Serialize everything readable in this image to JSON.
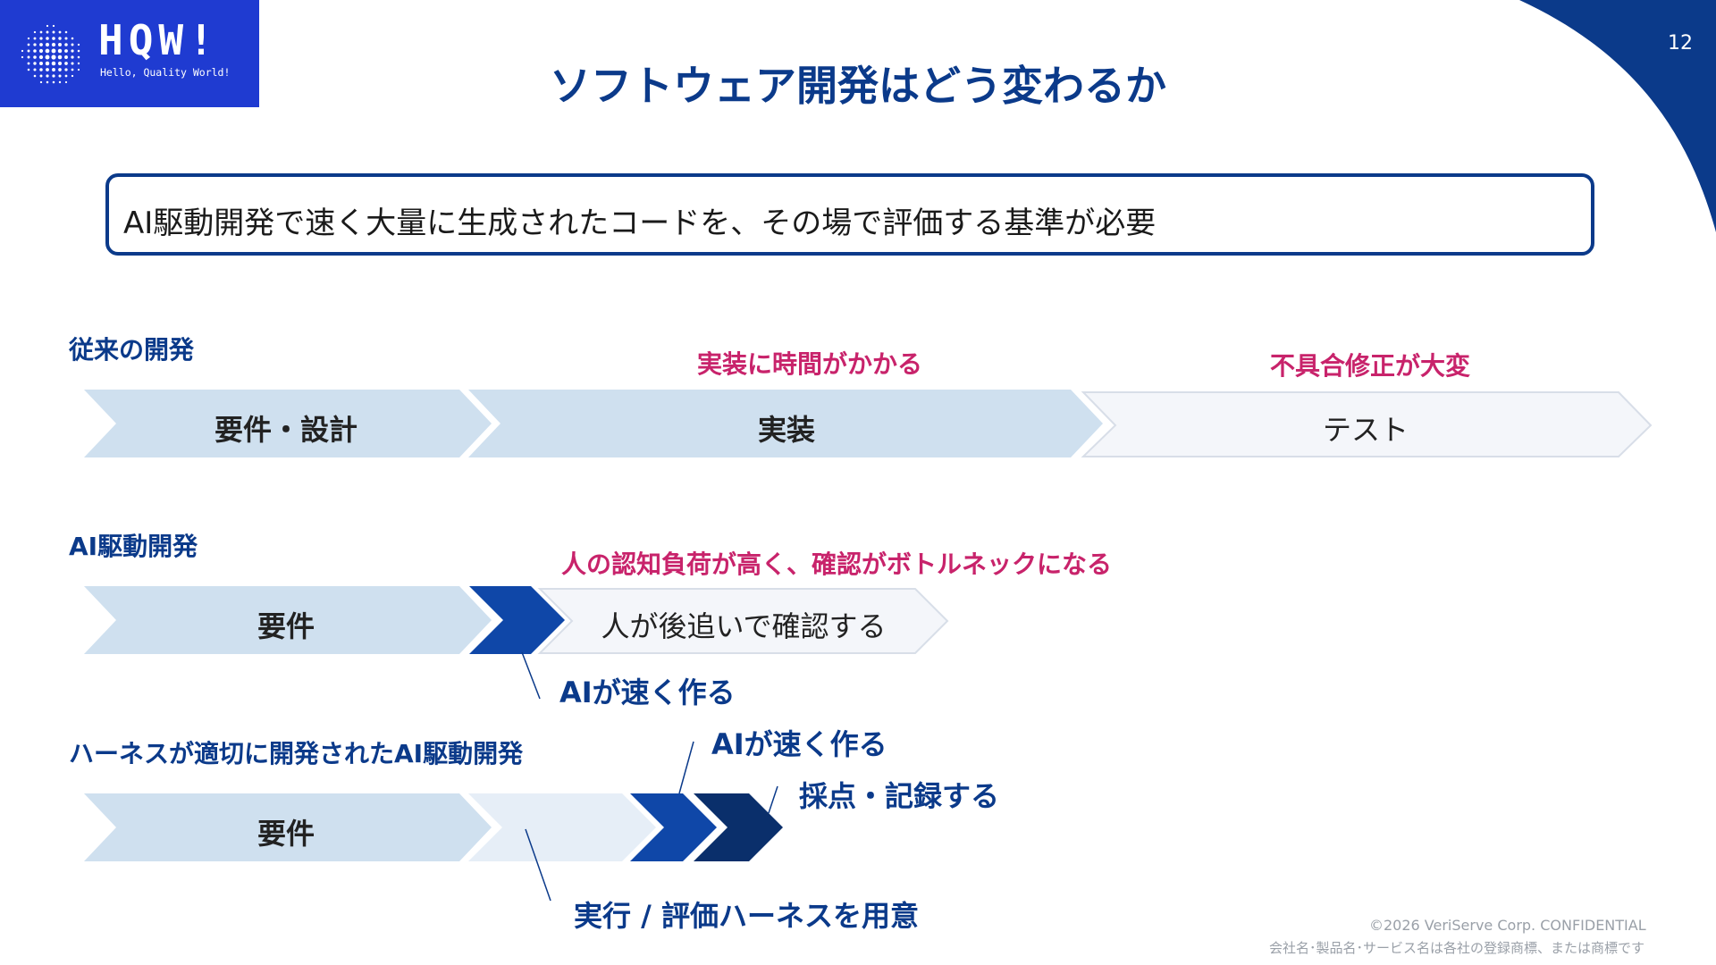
{
  "header": {
    "logo_word": "HQW!",
    "logo_tagline": "Hello, Quality World!",
    "page_number": "12",
    "title": "ソフトウェア開発はどう変わるか"
  },
  "key_message": "AI駆動開発で速く大量に生成されたコードを、その場で評価する基準が必要",
  "rows": {
    "traditional": {
      "label": "従来の開発",
      "steps": [
        "要件・設計",
        "実装",
        "テスト"
      ],
      "issues": [
        "実装に時間がかかる",
        "不具合修正が大変"
      ]
    },
    "ai_driven": {
      "label": "AI駆動開発",
      "steps": [
        "要件",
        "人が後追いで確認する"
      ],
      "issue": "人の認知負荷が高く、確認がボトルネックになる",
      "note": "AIが速く作る"
    },
    "harness": {
      "label": "ハーネスが適切に開発されたAI駆動開発",
      "steps": [
        "要件"
      ],
      "notes": [
        "AIが速く作る",
        "採点・記録する",
        "実行 / 評価ハーネスを用意"
      ]
    }
  },
  "colors": {
    "brand_blue": "#1f3bd1",
    "title_navy": "#0b3a8a",
    "light_chevron": "#cfe0ef",
    "pale_chevron": "#f3f5f9",
    "mid_chevron": "#0f47a8",
    "dark_chevron": "#0a2f6b",
    "warning_magenta": "#c8236b"
  },
  "footer": {
    "copyright": "©2026 VeriServe Corp. CONFIDENTIAL",
    "trademark": "会社名･製品名･サービス名は各社の登録商標、または商標です"
  }
}
